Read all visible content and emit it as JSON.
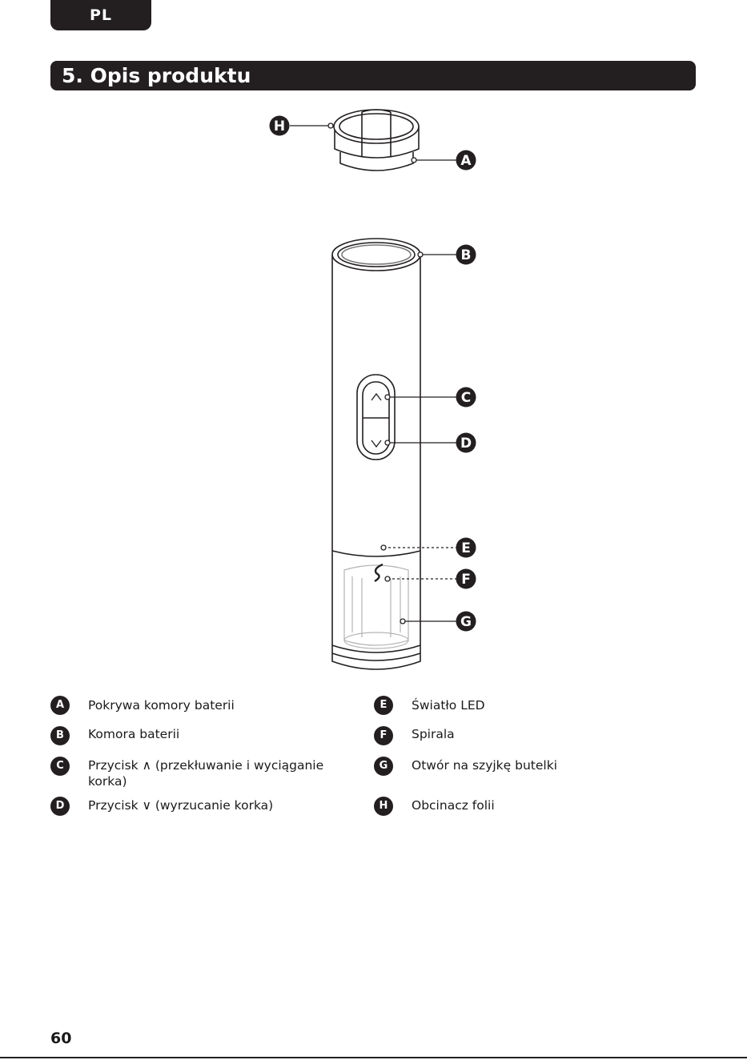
{
  "header": {
    "language": "PL"
  },
  "section": {
    "title": "5. Opis produktu"
  },
  "callouts": {
    "A": "A",
    "B": "B",
    "C": "C",
    "D": "D",
    "E": "E",
    "F": "F",
    "G": "G",
    "H": "H"
  },
  "legend": {
    "left": [
      {
        "key": "A",
        "label": "Pokrywa komory baterii"
      },
      {
        "key": "B",
        "label": "Komora baterii"
      },
      {
        "key": "C",
        "label": "Przycisk ∧ (przekłuwanie i wyciąganie korka)"
      },
      {
        "key": "D",
        "label": "Przycisk ∨ (wyrzucanie korka)"
      }
    ],
    "right": [
      {
        "key": "E",
        "label": "Światło LED"
      },
      {
        "key": "F",
        "label": "Spirala"
      },
      {
        "key": "G",
        "label": "Otwór na szyjkę butelki"
      },
      {
        "key": "H",
        "label": "Obcinacz folii"
      }
    ]
  },
  "footer": {
    "page_number": "60"
  },
  "colors": {
    "dark": "#231f20",
    "line": "#231f20",
    "light_line": "#b5b5b5"
  }
}
